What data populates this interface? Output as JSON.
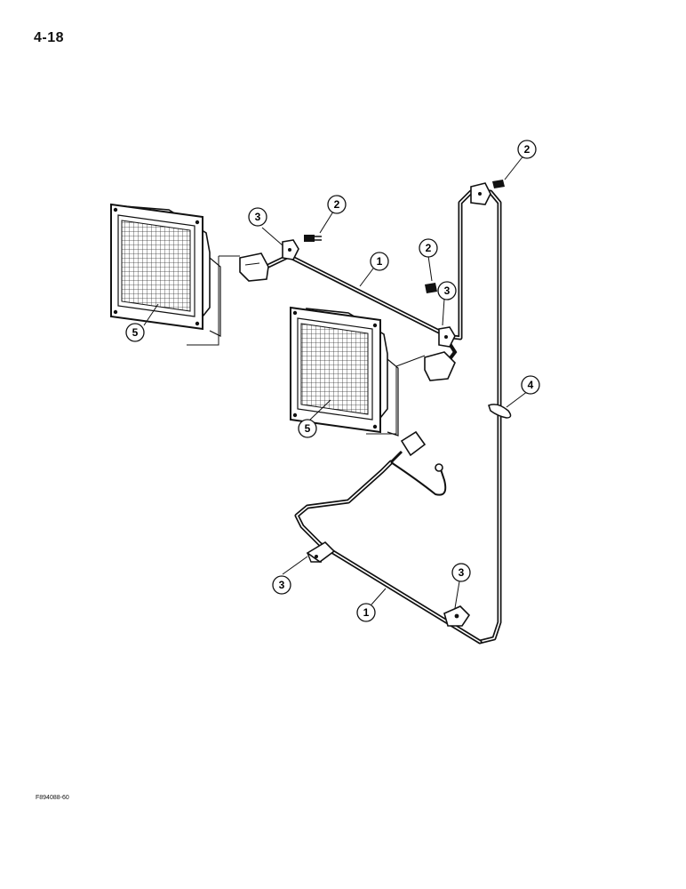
{
  "page": {
    "number": "4-18",
    "figure_code": "F894088-60"
  },
  "colors": {
    "ink": "#111111",
    "paper": "#ffffff",
    "lens": "#444444"
  },
  "callouts": {
    "harness_upper": "1",
    "harness_lower": "1",
    "bolt_top_right": "2",
    "bolt_upper_left": "2",
    "bolt_middle": "2",
    "clamp_upper_left": "3",
    "clamp_middle": "3",
    "clamp_lower_left": "3",
    "clamp_lower_right": "3",
    "cable_tie": "4",
    "lamp_left": "5",
    "lamp_right": "5"
  }
}
